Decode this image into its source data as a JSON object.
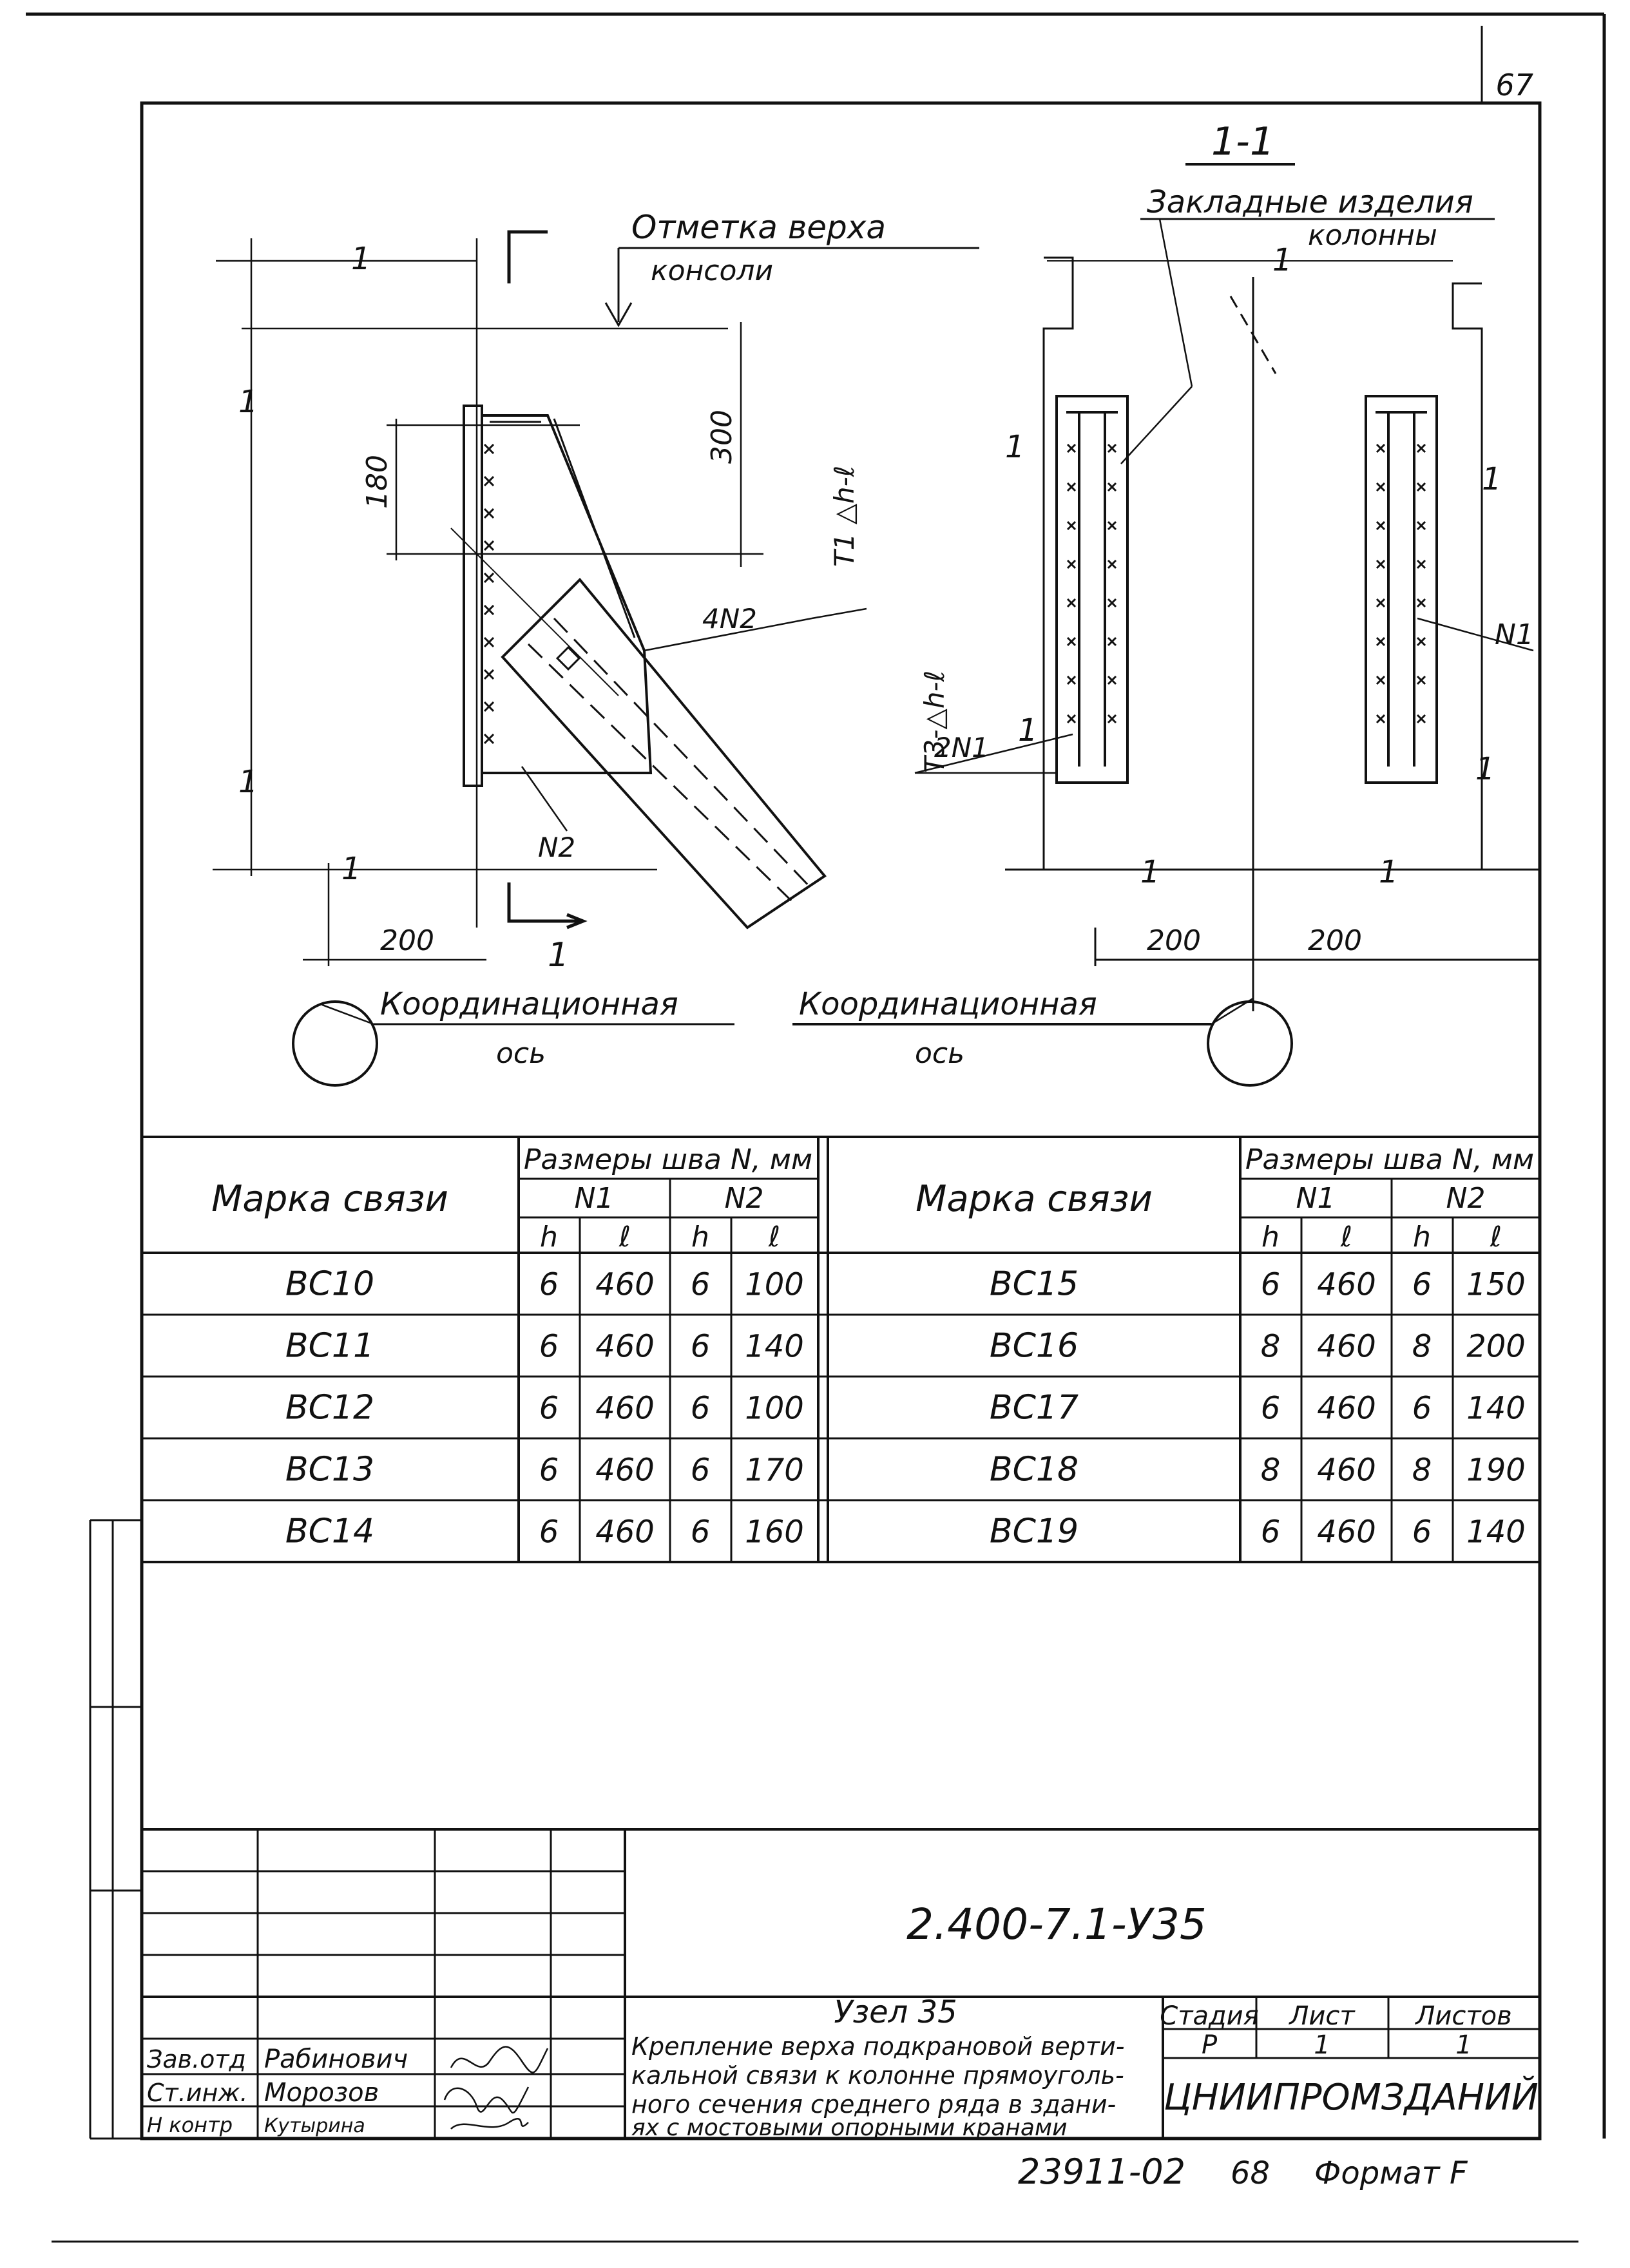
{
  "page_number": "67",
  "drawing": {
    "top_elevation_label_1": "Отметка верха",
    "top_elevation_label_2": "консоли",
    "dim_180": "180",
    "dim_300": "300",
    "weld_1": "Т1 △h-ℓ",
    "weld_3": "Т3-△h-ℓ",
    "part_4n2": "4N2",
    "part_2n1": "2N1",
    "part_n2": "N2",
    "part_n1": "N1",
    "cut_1": "1",
    "axis_ticks": [
      "1",
      "1",
      "1",
      "1",
      "1",
      "1",
      "1",
      "1",
      "1",
      "1",
      "1"
    ],
    "section_title": "1-1",
    "embedded_label_1": "Закладные изделия",
    "embedded_label_2": "колонны",
    "dim_200_left": "200",
    "dim_200_mid": "200",
    "dim_200_right": "200",
    "coord_axis_left_1": "Координационная",
    "coord_axis_left_2": "ось",
    "coord_axis_right_1": "Координационная",
    "coord_axis_right_2": "ось"
  },
  "table": {
    "brand_header": "Марка связи",
    "weld_header": "Размеры шва N, мм",
    "n1": "N1",
    "n2": "N2",
    "h": "h",
    "l": "ℓ",
    "left_rows": [
      [
        "ВС10",
        "6",
        "460",
        "6",
        "100"
      ],
      [
        "ВС11",
        "6",
        "460",
        "6",
        "140"
      ],
      [
        "ВС12",
        "6",
        "460",
        "6",
        "100"
      ],
      [
        "ВС13",
        "6",
        "460",
        "6",
        "170"
      ],
      [
        "ВС14",
        "6",
        "460",
        "6",
        "160"
      ]
    ],
    "right_rows": [
      [
        "ВС15",
        "6",
        "460",
        "6",
        "150"
      ],
      [
        "ВС16",
        "8",
        "460",
        "8",
        "200"
      ],
      [
        "ВС17",
        "6",
        "460",
        "6",
        "140"
      ],
      [
        "ВС18",
        "8",
        "460",
        "8",
        "190"
      ],
      [
        "ВС19",
        "6",
        "460",
        "6",
        "140"
      ]
    ]
  },
  "title_block": {
    "doc_code": "2.400-7.1-У35",
    "node_title": "Узел 35",
    "description": [
      "Крепление верха подкрановой верти-",
      "кальной связи к колонне прямоуголь-",
      "ного сечения среднего ряда в здани-",
      "ях с мостовыми опорными кранами"
    ],
    "stage_label": "Стадия",
    "sheet_label": "Лист",
    "sheets_label": "Листов",
    "stage": "Р",
    "sheet": "1",
    "sheets": "1",
    "organization": "ЦНИИПРОМЗДАНИЙ",
    "roles": [
      "Зав.отд",
      "Ст.инж.",
      "Н контр"
    ],
    "names": [
      "Рабинович",
      "Морозов",
      "Кутырина"
    ]
  },
  "footer": {
    "inventory": "23911-02",
    "sheet_no": "68",
    "format": "Формат F"
  }
}
